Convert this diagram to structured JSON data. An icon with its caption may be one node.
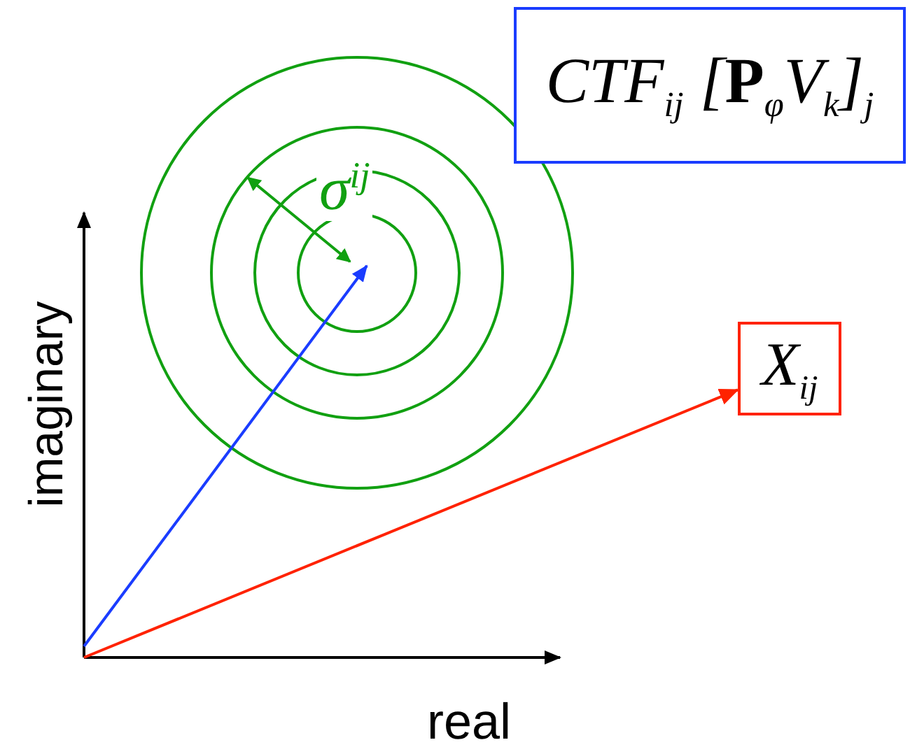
{
  "diagram": {
    "nodes": [
      {
        "text": [
          "CTF$_{ij}$ [**P**$_{φ}$V$_{k}$]$_{j}$"
        ]
      },
      {
        "text": [
          "X$_{ij}$"
        ]
      }
    ],
    "edges": [
      {
        "from": null,
        "to": 1,
        "arrow": "to",
        "color": "#ff2200"
      }
    ],
    "labels": [
      "σ$^{ij}$",
      "imaginary",
      "real"
    ]
  }
}
